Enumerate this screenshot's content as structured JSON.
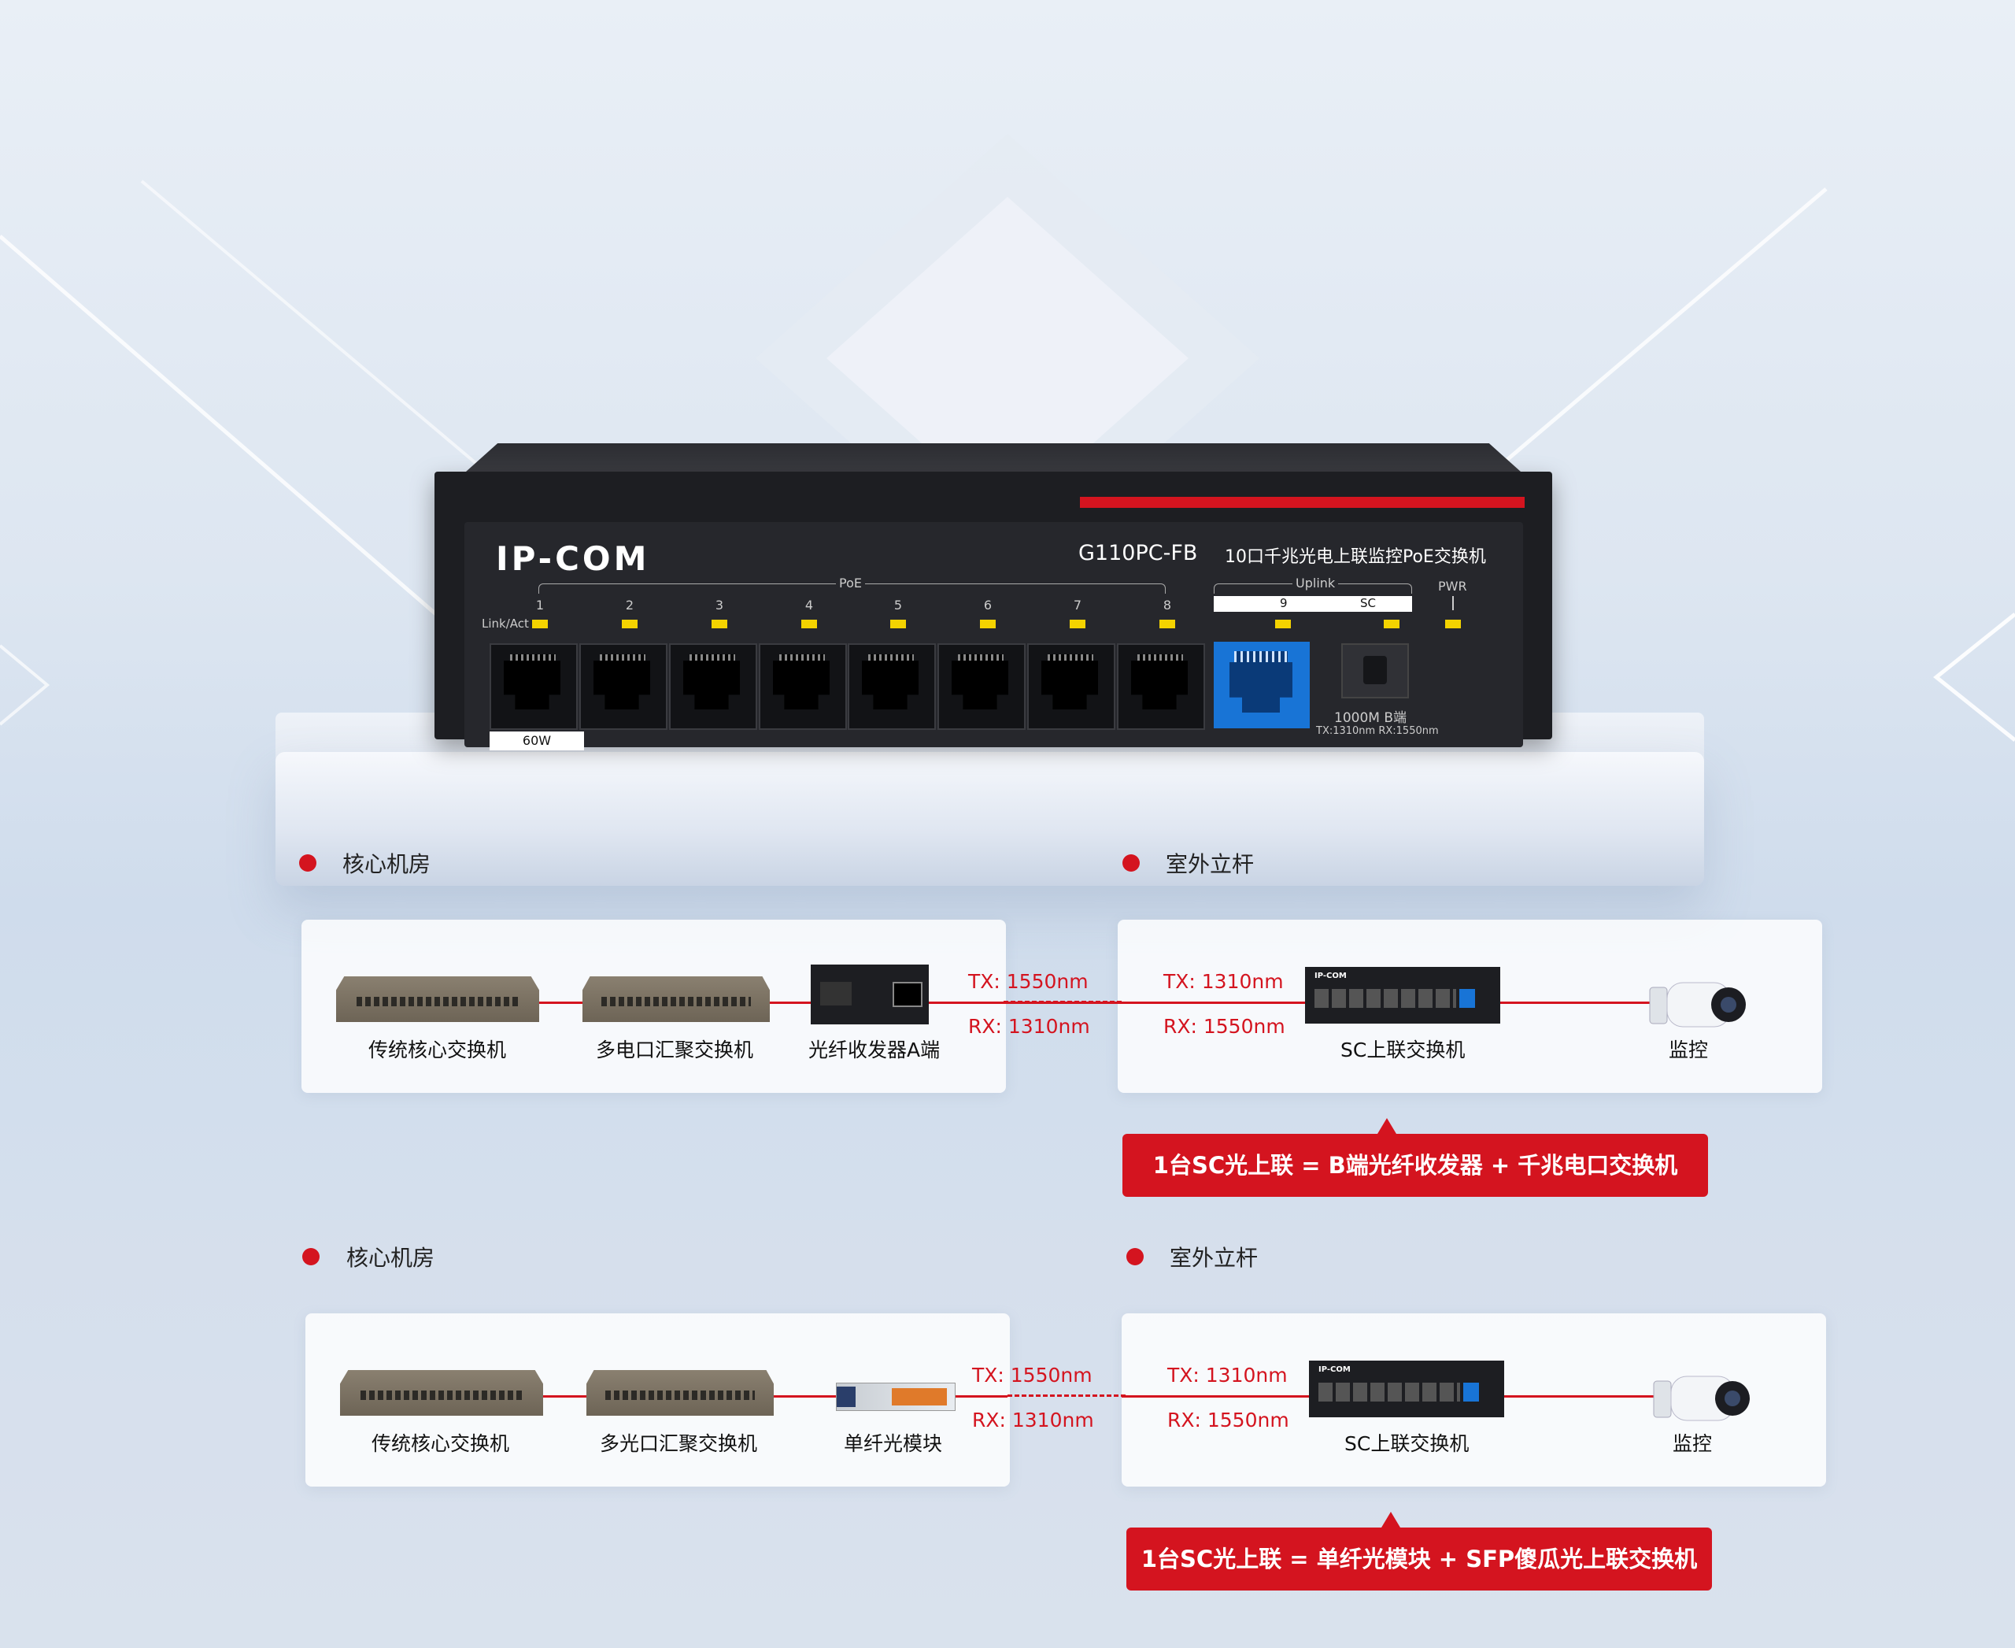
{
  "device": {
    "brand": "IP-COM",
    "model": "G110PC-FB",
    "description": "10口千兆光电上联监控PoE交换机",
    "poe_label": "PoE",
    "uplink_label": "Uplink",
    "pwr_label": "PWR",
    "link_act_label": "Link/Act",
    "port_numbers": [
      "1",
      "2",
      "3",
      "4",
      "5",
      "6",
      "7",
      "8"
    ],
    "uplink_port": "9",
    "sc_label": "SC",
    "power_budget": "60W",
    "sc_spec": "1000M  B端",
    "wavelength_spec": "TX:1310nm RX:1550nm",
    "led_color": "#f4d300",
    "uplink_port_color": "#1874d6"
  },
  "accent_color": "#d4141f",
  "section1": {
    "left_title": "核心机房",
    "right_title": "室外立杆",
    "left_items": [
      "传统核心交换机",
      "多电口汇聚交换机",
      "光纤收发器A端"
    ],
    "tx_left": "TX:  1550nm",
    "rx_left": "RX:  1310nm",
    "tx_right": "TX:  1310nm",
    "rx_right": "RX:  1550nm",
    "right_items": [
      "SC上联交换机",
      "监控"
    ],
    "callout": "1台SC光上联 = B端光纤收发器 + 千兆电口交换机"
  },
  "section2": {
    "left_title": "核心机房",
    "right_title": "室外立杆",
    "left_items": [
      "传统核心交换机",
      "多光口汇聚交换机",
      "单纤光模块"
    ],
    "tx_left": "TX:  1550nm",
    "rx_left": "RX:  1310nm",
    "tx_right": "TX:  1310nm",
    "rx_right": "RX:  1550nm",
    "right_items": [
      "SC上联交换机",
      "监控"
    ],
    "callout": "1台SC光上联 = 单纤光模块 + SFP傻瓜光上联交换机"
  }
}
